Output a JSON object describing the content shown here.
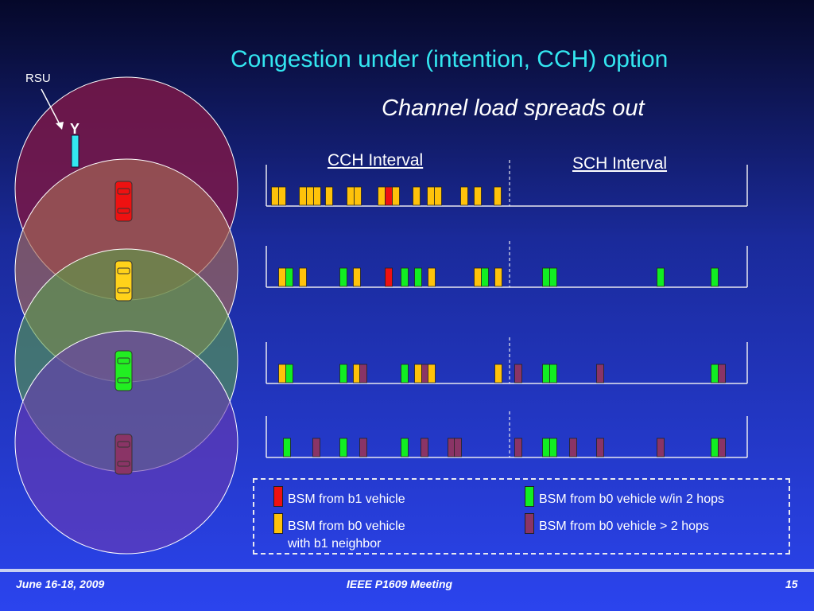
{
  "title": "Congestion under (intention, CCH) option",
  "subtitle": "Channel load spreads out",
  "rsu_label": "RSU",
  "rsu_glyph": "Y",
  "cch_interval_label": "CCH Interval",
  "sch_interval_label": "SCH Interval",
  "colors": {
    "b1": "#ee1111",
    "b0_b1_neighbor": "#ffc20a",
    "b0_within_2_hops": "#11ee22",
    "b0_beyond_2_hops": "#8a3466",
    "title": "#33e6f0"
  },
  "legend": {
    "b1": "BSM from b1 vehicle",
    "b0_b1_neighbor_line1": "BSM from b0 vehicle",
    "b0_b1_neighbor_line2": "with b1 neighbor",
    "b0_within_2_hops": "BSM from b0 vehicle w/in 2 hops",
    "b0_beyond_2_hops": "BSM from b0 vehicle > 2 hops"
  },
  "vehicles": [
    {
      "color": "#ee1111",
      "icon": "car-icon"
    },
    {
      "color": "#ffd21a",
      "icon": "car-icon"
    },
    {
      "color": "#22ee22",
      "icon": "car-icon"
    },
    {
      "color": "#8a3466",
      "icon": "car-icon"
    }
  ],
  "channel_rows": [
    [
      "Y",
      "Y",
      "Y",
      "Y",
      "Y",
      "Y",
      "Y",
      "Y",
      "Y",
      "R",
      "Y",
      "Y",
      "Y",
      "Y",
      "Y",
      "Y",
      "Y"
    ],
    [
      "Y",
      "G",
      "Y",
      "G",
      "Y",
      "R",
      "G",
      "G",
      "Y",
      "Y",
      "G",
      "Y",
      "G",
      "G",
      "G",
      "G"
    ],
    [
      "Y",
      "G",
      "G",
      "Y",
      "P",
      "G",
      "Y",
      "P",
      "Y",
      "Y",
      "P",
      "G",
      "G",
      "P",
      "G",
      "P"
    ],
    [
      "G",
      "P",
      "G",
      "P",
      "G",
      "P",
      "P",
      "P",
      "P",
      "G",
      "G",
      "P",
      "P",
      "P",
      "G",
      "P"
    ]
  ],
  "footer": {
    "date": "June 16-18, 2009",
    "meeting": "IEEE P1609 Meeting",
    "page": "15"
  }
}
